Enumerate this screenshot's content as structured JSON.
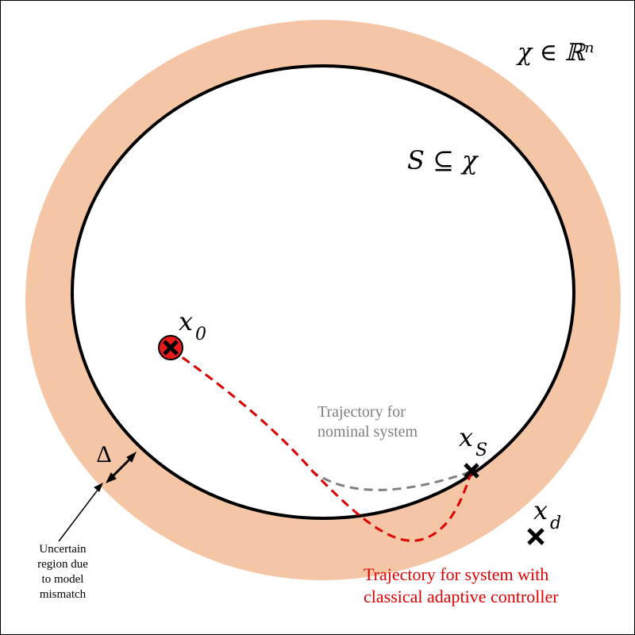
{
  "labels": {
    "universe": "χ ∈ ℝⁿ",
    "safe_set": "S ⊆ χ",
    "delta": "∆",
    "x0": "x",
    "x0_sub": "0",
    "xs": "x",
    "xs_sub": "S",
    "xd": "x",
    "xd_sub": "d",
    "nominal_caption": "Trajectory for\nnominal system",
    "adaptive_caption": "Trajectory for  system with\nclassical adaptive controller",
    "uncertain_note": "Uncertain\nregion due\nto model\nmismatch"
  },
  "colors": {
    "uncertain_band": "#f5c6a5",
    "boundary": "#000000",
    "nominal_trajectory": "#7f7f7f",
    "adaptive_trajectory": "#e00000",
    "start_marker_fill": "#e81c1c",
    "nominal_caption": "#7f7f7f",
    "adaptive_caption": "#e00000"
  }
}
